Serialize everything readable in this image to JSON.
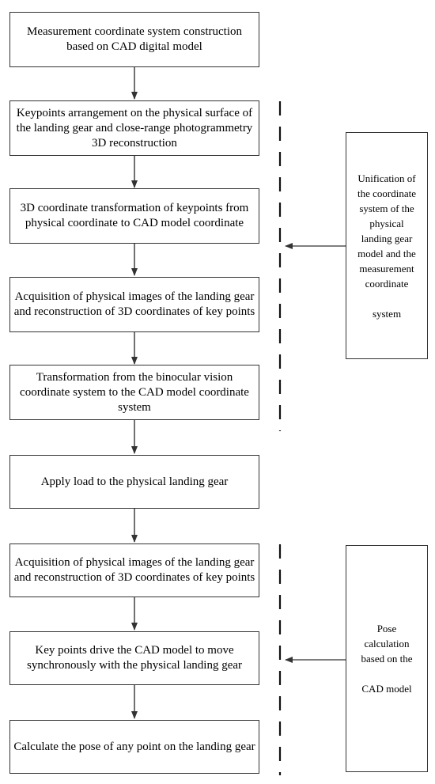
{
  "steps": [
    "Measurement coordinate system construction based on CAD digital model",
    "Keypoints arrangement on the physical surface of the landing gear and close-range photogrammetry 3D reconstruction",
    "3D coordinate transformation of keypoints from physical coordinate to CAD model coordinate",
    "Acquisition of physical images of the landing gear and reconstruction of 3D coordinates of key points",
    "Transformation from the binocular vision coordinate system to the CAD model coordinate system",
    "Apply load to the physical landing gear",
    "Acquisition of physical images of the landing gear and reconstruction of 3D coordinates of key points",
    "Key points drive the CAD model to move synchronously with the physical landing gear",
    "Calculate the pose of any point on the landing gear"
  ],
  "side_notes": {
    "unification": "Unification of\nthe coordinate\nsystem of the\nphysical\nlanding gear\nmodel and the\nmeasurement\ncoordinate\n\nsystem",
    "pose": "Pose\ncalculation\nbased on the\n\nCAD model"
  },
  "colors": {
    "line": "#333333",
    "dash": "#111111"
  }
}
